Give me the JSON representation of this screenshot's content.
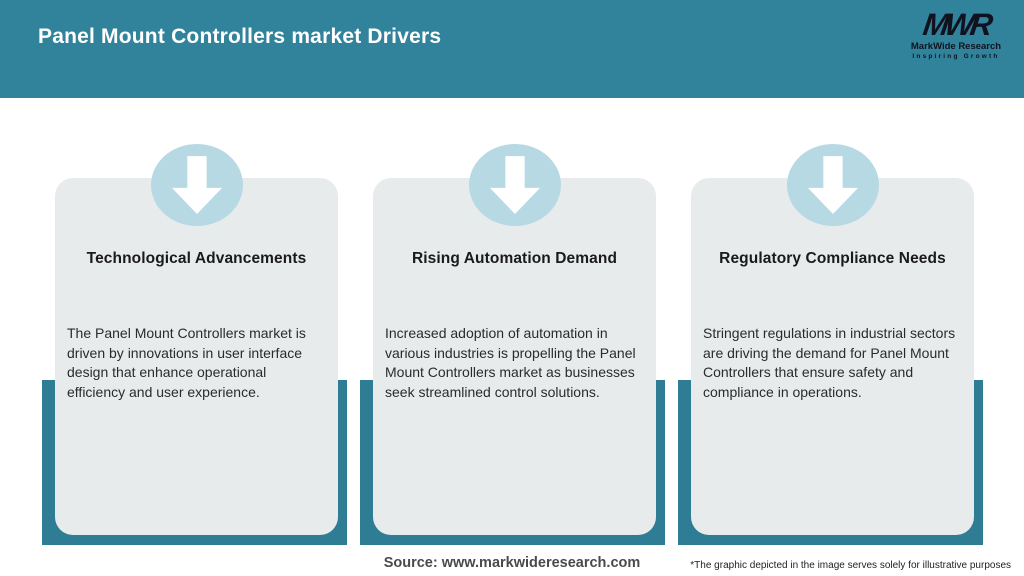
{
  "header": {
    "title": "Panel Mount Controllers market Drivers",
    "logo": {
      "acronym": "MWR",
      "name": "MarkWide Research",
      "tagline": "Inspiring Growth"
    }
  },
  "cards": [
    {
      "icon": "down-arrow-icon",
      "title": "Technological Advancements",
      "body": "The Panel Mount Controllers market is driven by innovations in user interface design that enhance operational efficiency and user experience."
    },
    {
      "icon": "down-arrow-icon",
      "title": "Rising Automation Demand",
      "body": "Increased adoption of automation in various industries is propelling the Panel Mount Controllers market as businesses seek streamlined control solutions."
    },
    {
      "icon": "down-arrow-icon",
      "title": "Regulatory Compliance Needs",
      "body": "Stringent regulations in industrial sectors are driving the demand for Panel Mount Controllers that ensure safety and compliance in operations."
    }
  ],
  "footer": {
    "source": "Source: www.markwideresearch.com",
    "disclaimer": "*The graphic depicted in the image serves solely for illustrative purposes"
  },
  "colors": {
    "header_teal": "#31839B",
    "backdrop_teal": "#2E7D95",
    "card_gray": "#E8EBEC",
    "circle_blue": "#B7D9E4",
    "arrow_white": "#FFFFFF"
  }
}
